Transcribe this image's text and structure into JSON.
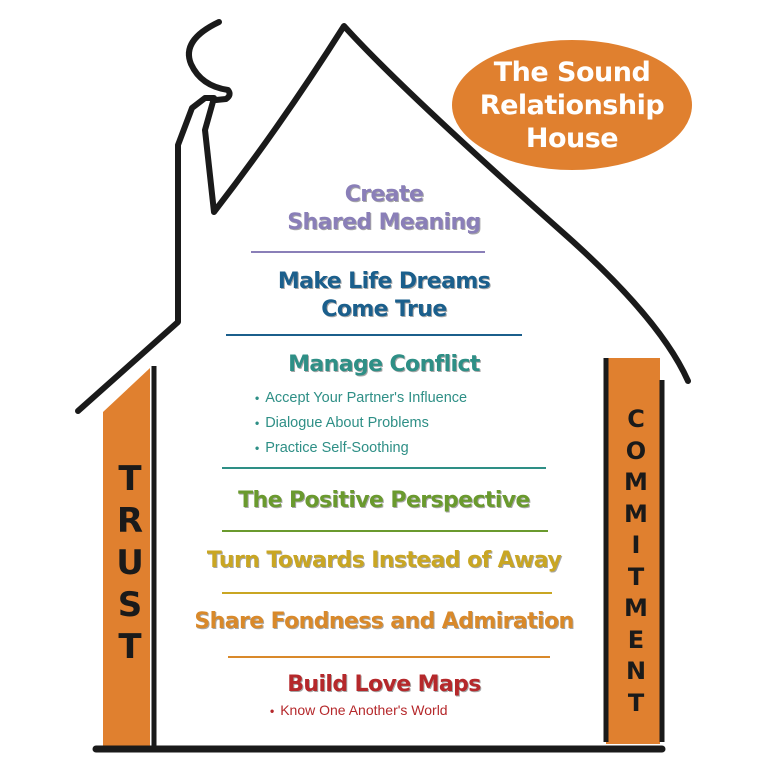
{
  "badge": {
    "lines": [
      "The Sound",
      "Relationship",
      "House"
    ],
    "color": "#e0802f"
  },
  "pillars": {
    "left": {
      "letters": [
        "T",
        "R",
        "U",
        "S",
        "T"
      ]
    },
    "right": {
      "letters": [
        "C",
        "O",
        "M",
        "M",
        "I",
        "T",
        "M",
        "E",
        "N",
        "T"
      ]
    },
    "color": "#e0802f"
  },
  "levels": [
    {
      "lines": [
        "Create",
        "Shared Meaning"
      ],
      "color": "#8a7fb8",
      "bullets": []
    },
    {
      "lines": [
        "Make Life Dreams",
        "Come True"
      ],
      "color": "#1b5f8c",
      "bullets": []
    },
    {
      "lines": [
        "Manage Conflict"
      ],
      "color": "#2e8f86",
      "bullets": [
        "Accept Your Partner's Influence",
        "Dialogue About Problems",
        "Practice Self-Soothing"
      ]
    },
    {
      "lines": [
        "The Positive Perspective"
      ],
      "color": "#6a9a2e",
      "bullets": []
    },
    {
      "lines": [
        "Turn Towards Instead of Away"
      ],
      "color": "#c9a623",
      "bullets": []
    },
    {
      "lines": [
        "Share Fondness and Admiration"
      ],
      "color": "#d9892a",
      "bullets": []
    },
    {
      "lines": [
        "Build Love Maps"
      ],
      "color": "#b5282b",
      "bullets": [
        "Know One Another's World"
      ]
    }
  ]
}
